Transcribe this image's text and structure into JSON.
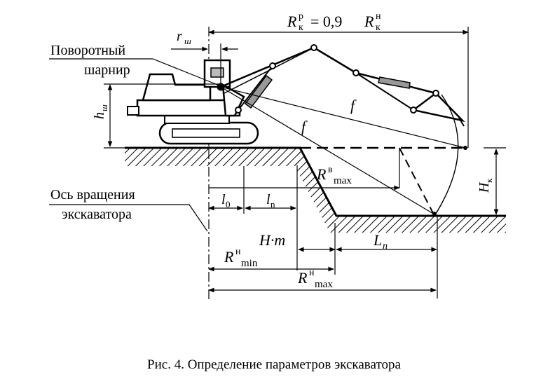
{
  "figure": {
    "caption": "Рис. 4. Определение параметров экскаватора"
  },
  "labels": {
    "pivot_line1": "Поворотный",
    "pivot_line2": "шарнир",
    "axis_line1": "Ось вращения",
    "axis_line2": "экскаватора",
    "r_sh_main": "r",
    "r_sh_sub": "ш",
    "h_sh_main": "h",
    "h_sh_sub": "ш",
    "rk_R1": "R",
    "rk_sup1": "р",
    "rk_sub1": "к",
    "rk_eq": "= 0,9",
    "rk_R2": "R",
    "rk_sup2": "н",
    "rk_sub2": "к",
    "f1": "f",
    "f2": "f",
    "rvmax_R": "R",
    "rvmax_sup": "в",
    "rvmax_sub": "max",
    "hk_main": "H",
    "hk_sub": "к",
    "l0_main": "l",
    "l0_sub": "0",
    "ln_main": "l",
    "ln_sub": "n",
    "hm": "H·m",
    "Ln_main": "L",
    "Ln_sub": "n",
    "rmin_R": "R",
    "rmin_sup": "н",
    "rmin_sub": "min",
    "rnmax_R": "R",
    "rnmax_sup": "н",
    "rnmax_sub": "max"
  },
  "colors": {
    "ink": "#000000",
    "background": "#ffffff"
  }
}
